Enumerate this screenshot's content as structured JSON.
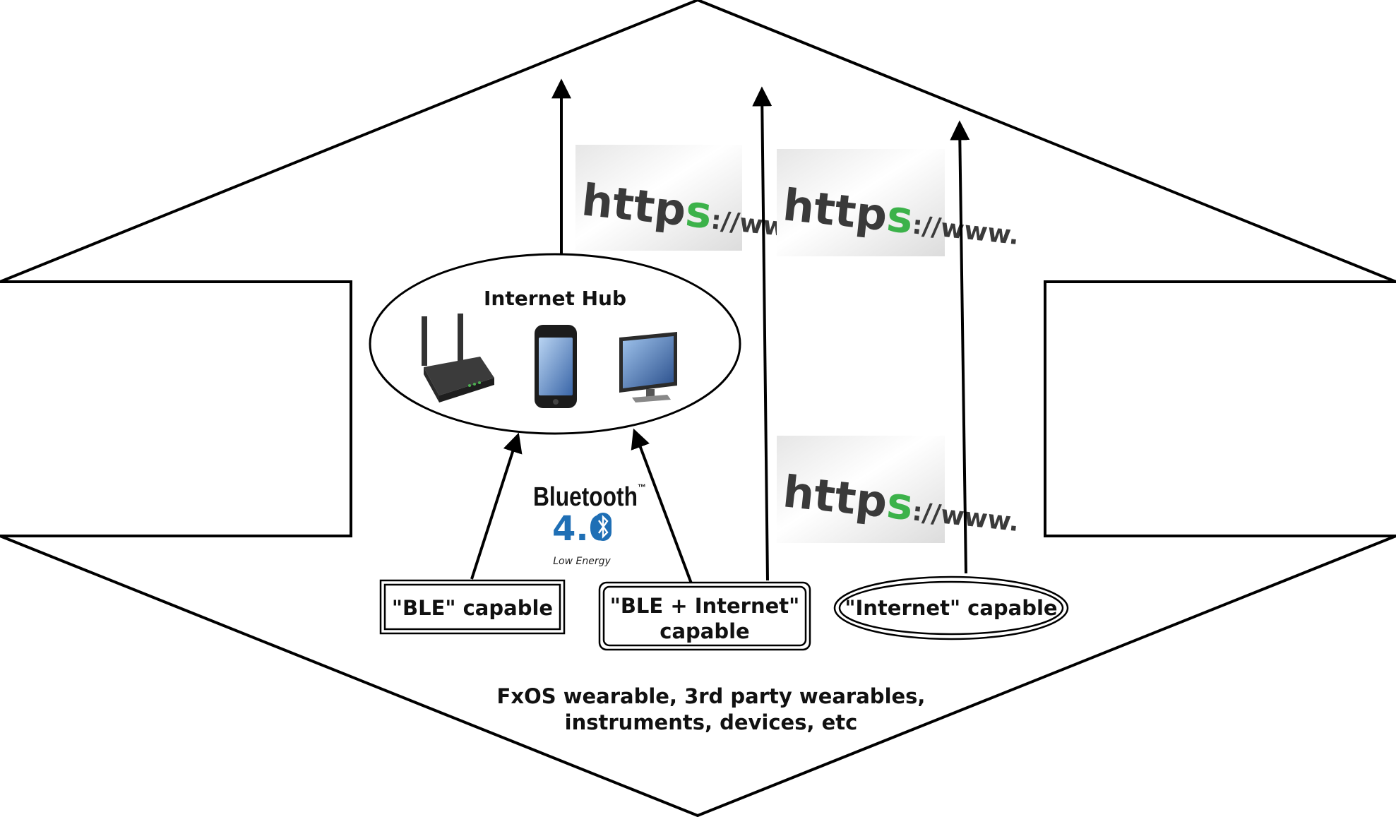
{
  "hub": {
    "title": "Internet Hub",
    "devices": [
      "router-icon",
      "smartphone-icon",
      "monitor-icon"
    ]
  },
  "bluetooth": {
    "brand": "Bluetooth",
    "trademark": "™",
    "version": "4.0",
    "subtitle": "Low Energy",
    "color": "#1f6fb5"
  },
  "url_banners": [
    {
      "prefix": "http",
      "secure": "s",
      "suffix": "://www."
    },
    {
      "prefix": "http",
      "secure": "s",
      "suffix": "://www."
    },
    {
      "prefix": "http",
      "secure": "s",
      "suffix": "://www."
    }
  ],
  "nodes": {
    "ble": "\"BLE\" capable",
    "ble_internet_line1": "\"BLE + Internet\"",
    "ble_internet_line2": "capable",
    "internet": "\"Internet\" capable"
  },
  "footer": {
    "line1": "FxOS wearable, 3rd party wearables,",
    "line2": "instruments, devices, etc"
  },
  "colors": {
    "https_green": "#3cb24a",
    "outline": "#000000"
  }
}
